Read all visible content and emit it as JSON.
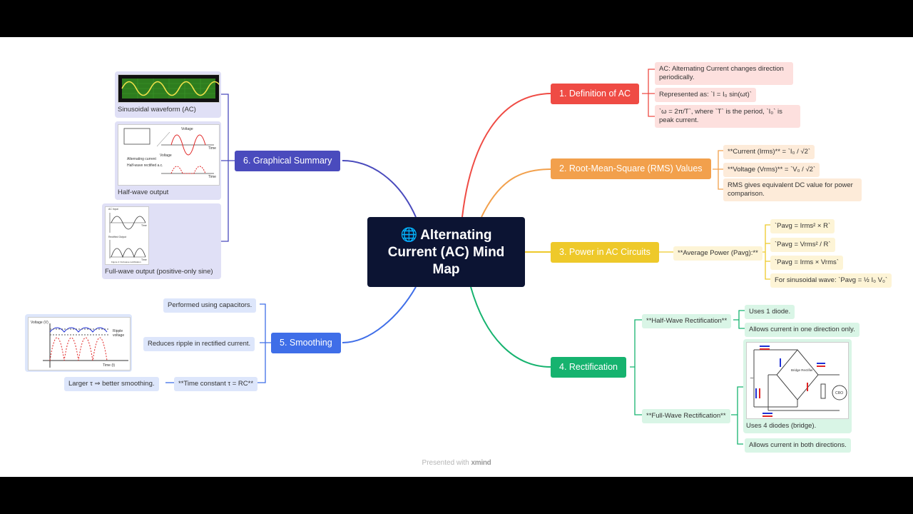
{
  "central": {
    "icon": "globe-icon",
    "title": "Alternating Current (AC) Mind Map"
  },
  "colors": {
    "red": "#ef4b44",
    "orange": "#f2a04c",
    "yellow": "#eec92a",
    "green": "#16b36f",
    "blue": "#3f6ee8",
    "indigo": "#4a4bbd",
    "central": "#0c1433"
  },
  "branches": {
    "definition": {
      "label": "1. Definition of AC",
      "items": [
        "AC: Alternating Current changes direction periodically.",
        "Represented as: `I = I₀ sin(ωt)`",
        "`ω = 2π/T`, where `T` is the period, `I₀` is peak current."
      ]
    },
    "rms": {
      "label": "2. Root-Mean-Square (RMS) Values",
      "items": [
        "**Current (Irms)** = `I₀ / √2`",
        "**Voltage (Vrms)** = `V₀ / √2`",
        "RMS gives equivalent DC value for power comparison."
      ]
    },
    "power": {
      "label": "3. Power in AC Circuits",
      "sub": "**Average Power (Pavg):**",
      "items": [
        "`Pavg = Irms² × R`",
        "`Pavg = Vrms² / R`",
        "`Pavg = Irms × Vrms`",
        "For sinusoidal wave: `Pavg = ½ I₀ V₀`"
      ]
    },
    "rectification": {
      "label": "4. Rectification",
      "half": {
        "label": "**Half-Wave Rectification**",
        "items": [
          "Uses 1 diode.",
          "Allows current in one direction only."
        ]
      },
      "full": {
        "label": "**Full-Wave Rectification**",
        "image_caption": "Uses 4 diodes (bridge).",
        "items": [
          "Allows current in both directions."
        ],
        "bridge_label": "Bridge Rectifier",
        "cro_label": "CRO"
      }
    },
    "smoothing": {
      "label": "5. Smoothing",
      "items": [
        "Performed using capacitors.",
        "Reduces ripple in rectified current."
      ],
      "tc": "**Time constant τ = RC**",
      "tc_item": "Larger τ ⇒ better smoothing.",
      "graph": {
        "ylabel": "Voltage (V)",
        "xlabel": "Time (t)",
        "ripple": "Ripple voltage"
      }
    },
    "graphical": {
      "label": "6. Graphical Summary",
      "cards": [
        {
          "caption": "Sinusoidal waveform (AC)"
        },
        {
          "caption": "Half-wave output",
          "labels": [
            "Voltage",
            "Time",
            "Voltage",
            "Time",
            "Alternating current",
            "Half-wave rectified a.c."
          ]
        },
        {
          "caption": "Full-wave output (positive-only sine)",
          "labels": [
            "AC Input",
            "Time",
            "Rectified Output",
            "Time",
            "Figure 4: Full-wave rectification"
          ]
        }
      ]
    }
  },
  "footer": {
    "prefix": "Presented with",
    "brand": "xmind"
  }
}
